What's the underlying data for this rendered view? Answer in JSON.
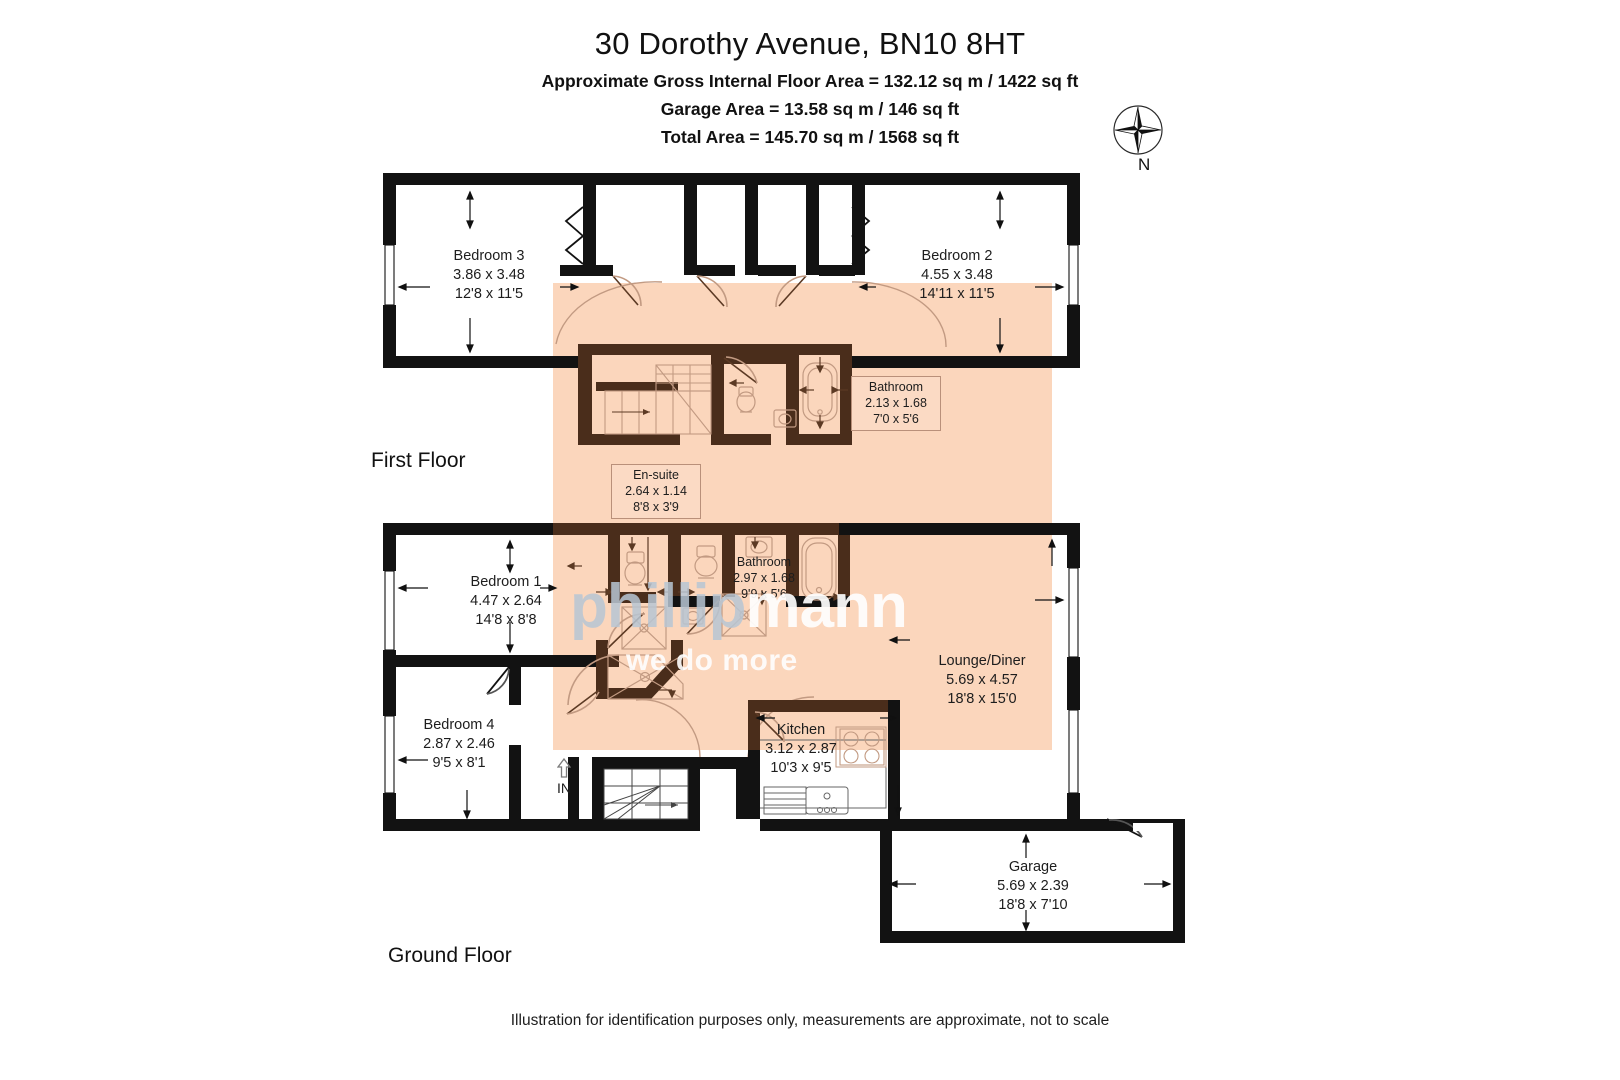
{
  "header": {
    "title": "30 Dorothy Avenue, BN10 8HT",
    "line1": "Approximate Gross Internal Floor Area = 132.12 sq m / 1422 sq ft",
    "line2": "Garage Area = 13.58 sq m / 146 sq ft",
    "line3": "Total Area = 145.70 sq m / 1568 sq ft"
  },
  "compass": {
    "icon": "compass-rose-icon",
    "north_label": "N"
  },
  "floors": {
    "first": "First Floor",
    "ground": "Ground Floor"
  },
  "entry": {
    "icon": "entrance-arrow-icon",
    "label": "IN"
  },
  "rooms": [
    {
      "id": "bedroom-3",
      "name": "Bedroom 3",
      "metric": "3.86 x 3.48",
      "imperial": "12'8 x 11'5",
      "floor": "first",
      "boxed": false
    },
    {
      "id": "bedroom-2",
      "name": "Bedroom 2",
      "metric": "4.55 x 3.48",
      "imperial": "14'11 x 11'5",
      "floor": "first",
      "boxed": false
    },
    {
      "id": "bathroom-first",
      "name": "Bathroom",
      "metric": "2.13 x 1.68",
      "imperial": "7'0 x 5'6",
      "floor": "first",
      "boxed": true
    },
    {
      "id": "en-suite",
      "name": "En-suite",
      "metric": "2.64 x 1.14",
      "imperial": "8'8 x 3'9",
      "floor": "first",
      "boxed": true
    },
    {
      "id": "bedroom-1",
      "name": "Bedroom 1",
      "metric": "4.47 x 2.64",
      "imperial": "14'8 x 8'8",
      "floor": "ground",
      "boxed": false
    },
    {
      "id": "bathroom-ground",
      "name": "Bathroom",
      "metric": "2.97 x 1.68",
      "imperial": "9'9 x 5'6",
      "floor": "ground",
      "boxed": false
    },
    {
      "id": "lounge-diner",
      "name": "Lounge/Diner",
      "metric": "5.69 x 4.57",
      "imperial": "18'8 x 15'0",
      "floor": "ground",
      "boxed": false
    },
    {
      "id": "bedroom-4",
      "name": "Bedroom 4",
      "metric": "2.87 x 2.46",
      "imperial": "9'5 x 8'1",
      "floor": "ground",
      "boxed": false
    },
    {
      "id": "kitchen",
      "name": "Kitchen",
      "metric": "3.12 x 2.87",
      "imperial": "10'3 x 9'5",
      "floor": "ground",
      "boxed": false
    },
    {
      "id": "garage",
      "name": "Garage",
      "metric": "5.69 x 2.39",
      "imperial": "18'8 x 7'10",
      "floor": "ground",
      "boxed": false
    }
  ],
  "watermark": {
    "part_a": "phillip",
    "part_b": "mann",
    "tagline": "we do more"
  },
  "footer": {
    "disclaimer": "Illustration for identification purposes only, measurements are approximate, not to scale"
  },
  "colors": {
    "wall_black": "#121212",
    "wall_brown": "#4a2d1b",
    "highlight_peach": "#fbd6bc",
    "fixture_line": "#c29a82",
    "watermark_blue": "#b8c6d4",
    "watermark_white": "#ffffff",
    "text": "#1d1d1d"
  }
}
